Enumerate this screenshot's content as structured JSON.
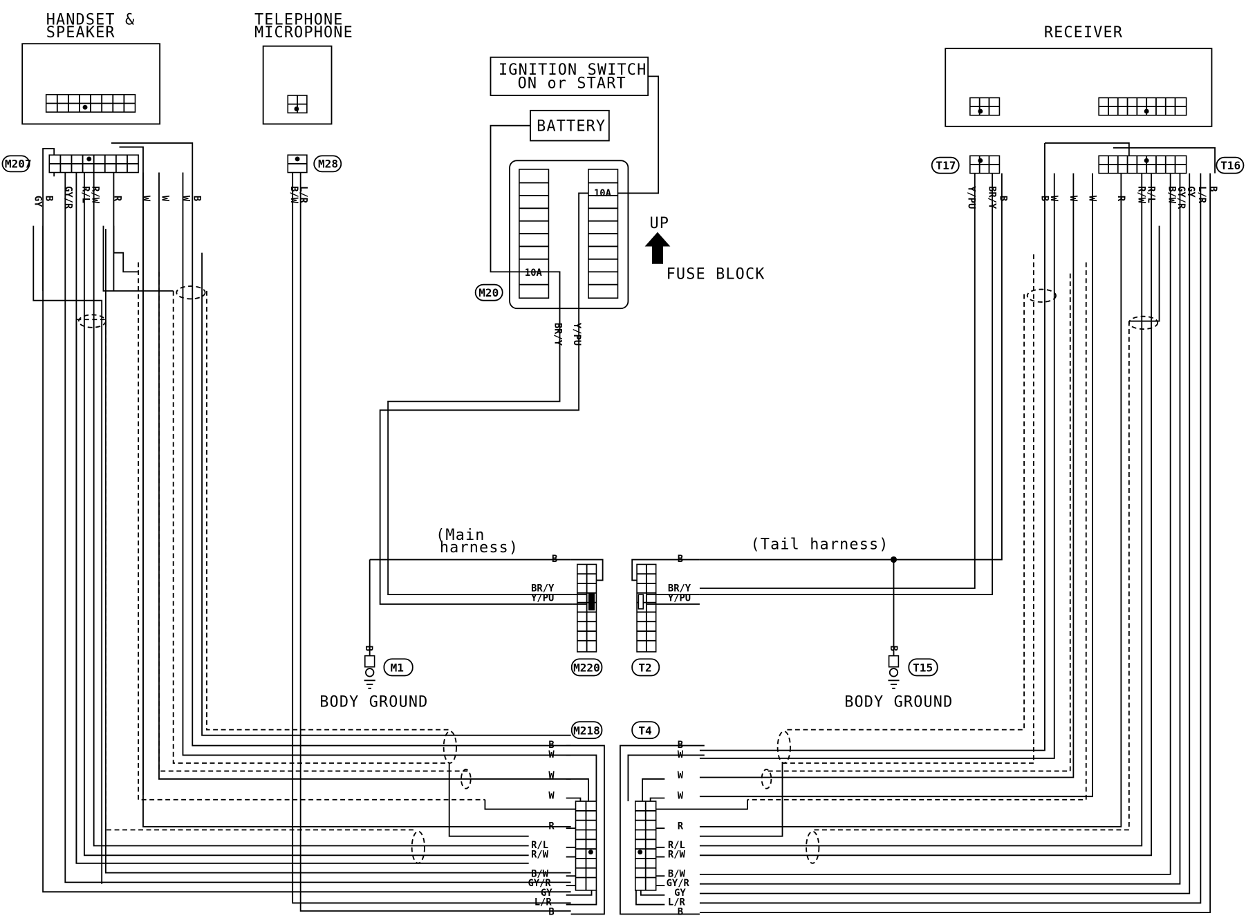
{
  "components": {
    "handset_speaker": [
      "HANDSET &",
      "SPEAKER"
    ],
    "telephone_microphone": [
      "TELEPHONE",
      "MICROPHONE"
    ],
    "ignition_switch": [
      "IGNITION SWITCH",
      "ON or START"
    ],
    "battery": "BATTERY",
    "fuse_block": "FUSE BLOCK",
    "up_arrow": "UP",
    "receiver": "RECEIVER",
    "fuse_left": "10A",
    "fuse_right": "10A",
    "body_ground_left": "BODY GROUND",
    "body_ground_right": "BODY GROUND",
    "main_harness": [
      "(Main",
      "harness)"
    ],
    "tail_harness": "(Tail harness)"
  },
  "connectors": {
    "m207": "M207",
    "m28": "M28",
    "m20": "M20",
    "t17": "T17",
    "t16": "T16",
    "m1": "M1",
    "m220": "M220",
    "t2": "T2",
    "t15": "T15",
    "m218": "M218",
    "t4": "T4"
  },
  "wire_colors": {
    "m207": [
      "GY",
      "B",
      "GY/R",
      "R/L",
      "R/W",
      "R",
      "W",
      "W",
      "B",
      "W"
    ],
    "m28": [
      "L/R",
      "B/W"
    ],
    "fuse": [
      "BR/Y",
      "Y/PU"
    ],
    "t17": [
      "Y/PU",
      "BR/Y",
      "B"
    ],
    "t16": [
      "B",
      "W",
      "W",
      "W",
      "R",
      "R/W",
      "R/L",
      "B/W",
      "GY/R",
      "GY",
      "L/R",
      "B"
    ],
    "ground_left": "B",
    "ground_right": "B",
    "m220": [
      "B",
      "BR/Y",
      "Y/PU"
    ],
    "t2": [
      "B",
      "BR/Y",
      "Y/PU"
    ],
    "m218": [
      "B",
      "W",
      "W",
      "W",
      "R",
      "R/L",
      "R/W",
      "B/W",
      "GY/R",
      "GY",
      "L/R",
      "B"
    ],
    "t4": [
      "B",
      "W",
      "W",
      "W",
      "R",
      "R/L",
      "R/W",
      "B/W",
      "GY/R",
      "GY",
      "L/R",
      "B"
    ]
  }
}
